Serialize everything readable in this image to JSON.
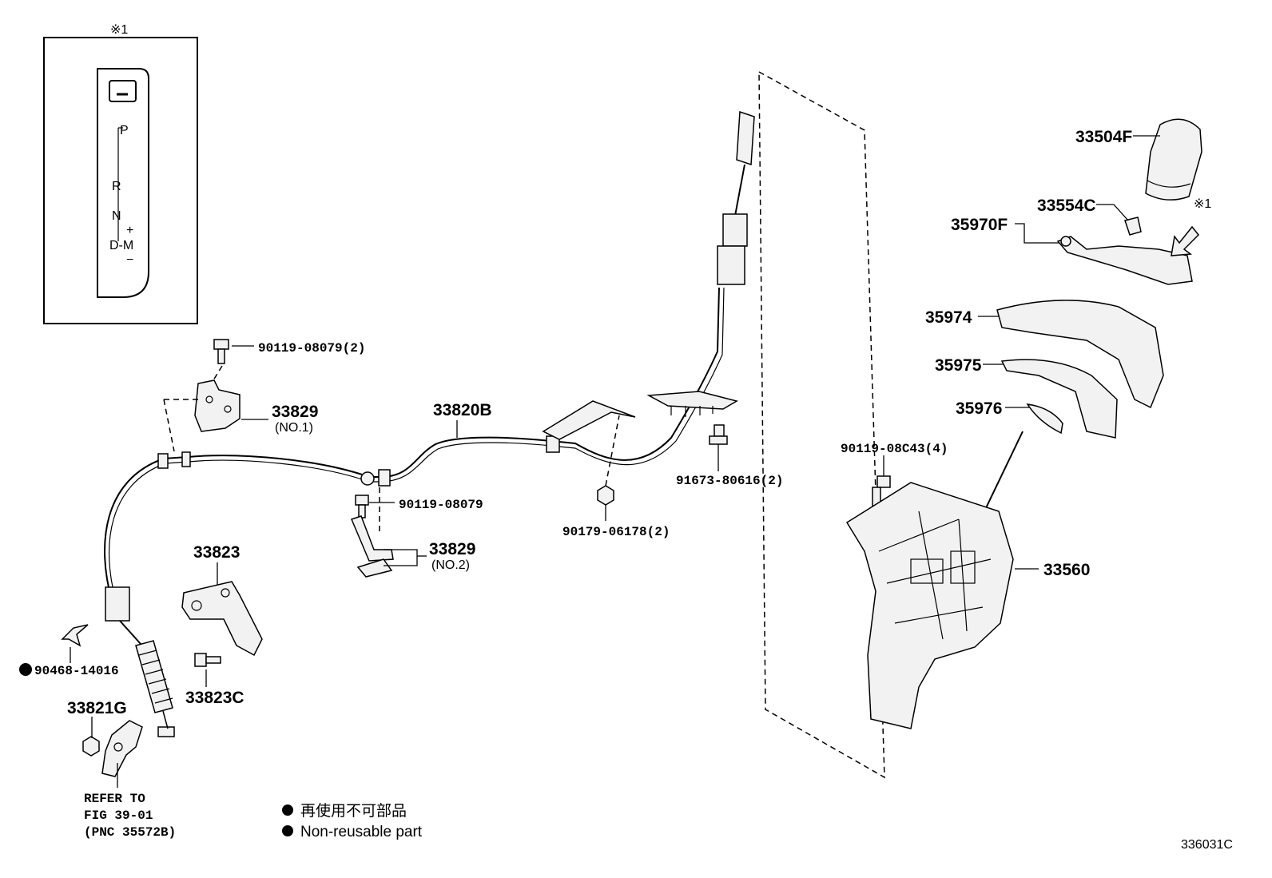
{
  "inset": {
    "mark": "※1",
    "gate_labels": {
      "p": "P",
      "r": "R",
      "n": "N",
      "dm": "D-M",
      "plus": "+",
      "minus": "−"
    }
  },
  "parts": {
    "p_90119_08079_2": "90119-08079(2)",
    "p_33829_no1": "33829",
    "p_33829_no1_sub": "(NO.1)",
    "p_33820B": "33820B",
    "p_90119_08079": "90119-08079",
    "p_33829_no2": "33829",
    "p_33829_no2_sub": "(NO.2)",
    "p_33823": "33823",
    "p_90468_14016": "90468-14016",
    "p_33823C": "33823C",
    "p_33821G": "33821G",
    "p_90179_06178_2": "90179-06178(2)",
    "p_91673_80616_2": "91673-80616(2)",
    "p_33504F": "33504F",
    "p_33554C": "33554C",
    "p_35970F": "35970F",
    "p_35974": "35974",
    "p_35975": "35975",
    "p_35976": "35976",
    "p_90119_08C43_4": "90119-08C43(4)",
    "p_33560": "33560",
    "mark_1": "※1"
  },
  "refer": {
    "line1": "REFER TO",
    "line2": "FIG 39-01",
    "line3": "(PNC 35572B)"
  },
  "legend": {
    "jp": "再使用不可部品",
    "en": "Non-reusable part"
  },
  "figure_id": "336031C"
}
